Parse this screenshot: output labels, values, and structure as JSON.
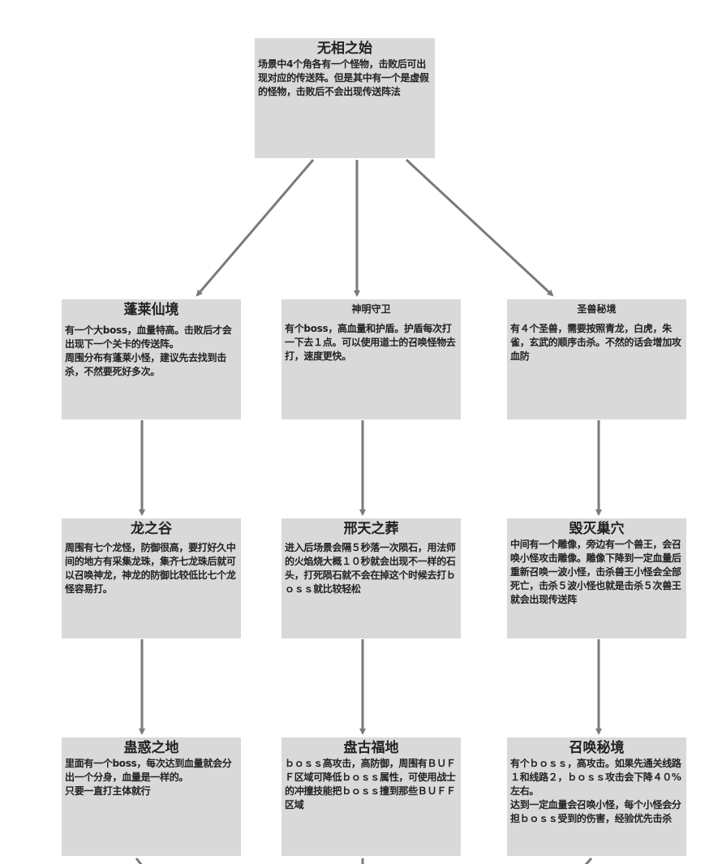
{
  "nodes": {
    "root": {
      "title": "无相之始",
      "text": "场景中4个角各有一个怪物，击败后可出现对应的传送阵。但是其中有一个是虚假的怪物，击败后不会出现传送阵法"
    },
    "c1r1": {
      "title": "蓬莱仙境",
      "text": "有一个大boss，血量特高。击败后才会出现下一个关卡的传送阵。\n周围分布有蓬莱小怪，建议先去找到击杀，不然要死好多次。"
    },
    "c2r1": {
      "title": "神明守卫",
      "text": "有个boss，高血量和护盾。护盾每次打一下去１点。可以使用道士的召唤怪物去打，速度更快。"
    },
    "c3r1": {
      "title": "圣兽秘境",
      "text": "有４个圣兽，需要按照青龙，白虎，朱雀，玄武的顺序击杀。不然的话会增加攻血防"
    },
    "c1r2": {
      "title": "龙之谷",
      "text": "周围有七个龙怪，防御很高，要打好久中间的地方有采集龙珠，集齐七龙珠后就可以召唤神龙，神龙的防御比较低比七个龙怪容易打。"
    },
    "c2r2": {
      "title": "邢天之葬",
      "text": "进入后场景会隔５秒落一次陨石，用法师的火焰烧大概１０秒就会出现不一样的石头，打死陨石就不会在掉这个时候去打ｂｏｓｓ就比较轻松"
    },
    "c3r2": {
      "title": "毁灭巢穴",
      "text": "中间有一个雕像，旁边有一个兽王，会召唤小怪攻击雕像。雕像下降到一定血量后重新召唤一波小怪，击杀兽王小怪会全部死亡，击杀５波小怪也就是击杀５次兽王就会出现传送阵"
    },
    "c1r3": {
      "title": "蛊惑之地",
      "text": "里面有一个boss，每次达到血量就会分出一个分身，血量是一样的。\n只要一直打主体就行"
    },
    "c2r3": {
      "title": "盘古福地",
      "text": "ｂｏｓｓ高攻击，高防御，周围有ＢＵＦＦ区域可降低ｂｏｓｓ属性，可使用战士的冲撞技能把ｂｏｓｓ撞到那些ＢＵＦＦ区域"
    },
    "c3r3": {
      "title": "召唤秘境",
      "text": "有个ｂｏｓｓ，高攻击。如果先通关线路１和线路２，ｂｏｓｓ攻击会下降４０%左右。\n达到一定血量会召唤小怪，每个小怪会分担ｂｏｓｓ受到的伤害，经验优先击杀"
    }
  },
  "colors": {
    "box": "#d9d9d9",
    "arrow": "#7a7a7a",
    "text": "#222222"
  }
}
